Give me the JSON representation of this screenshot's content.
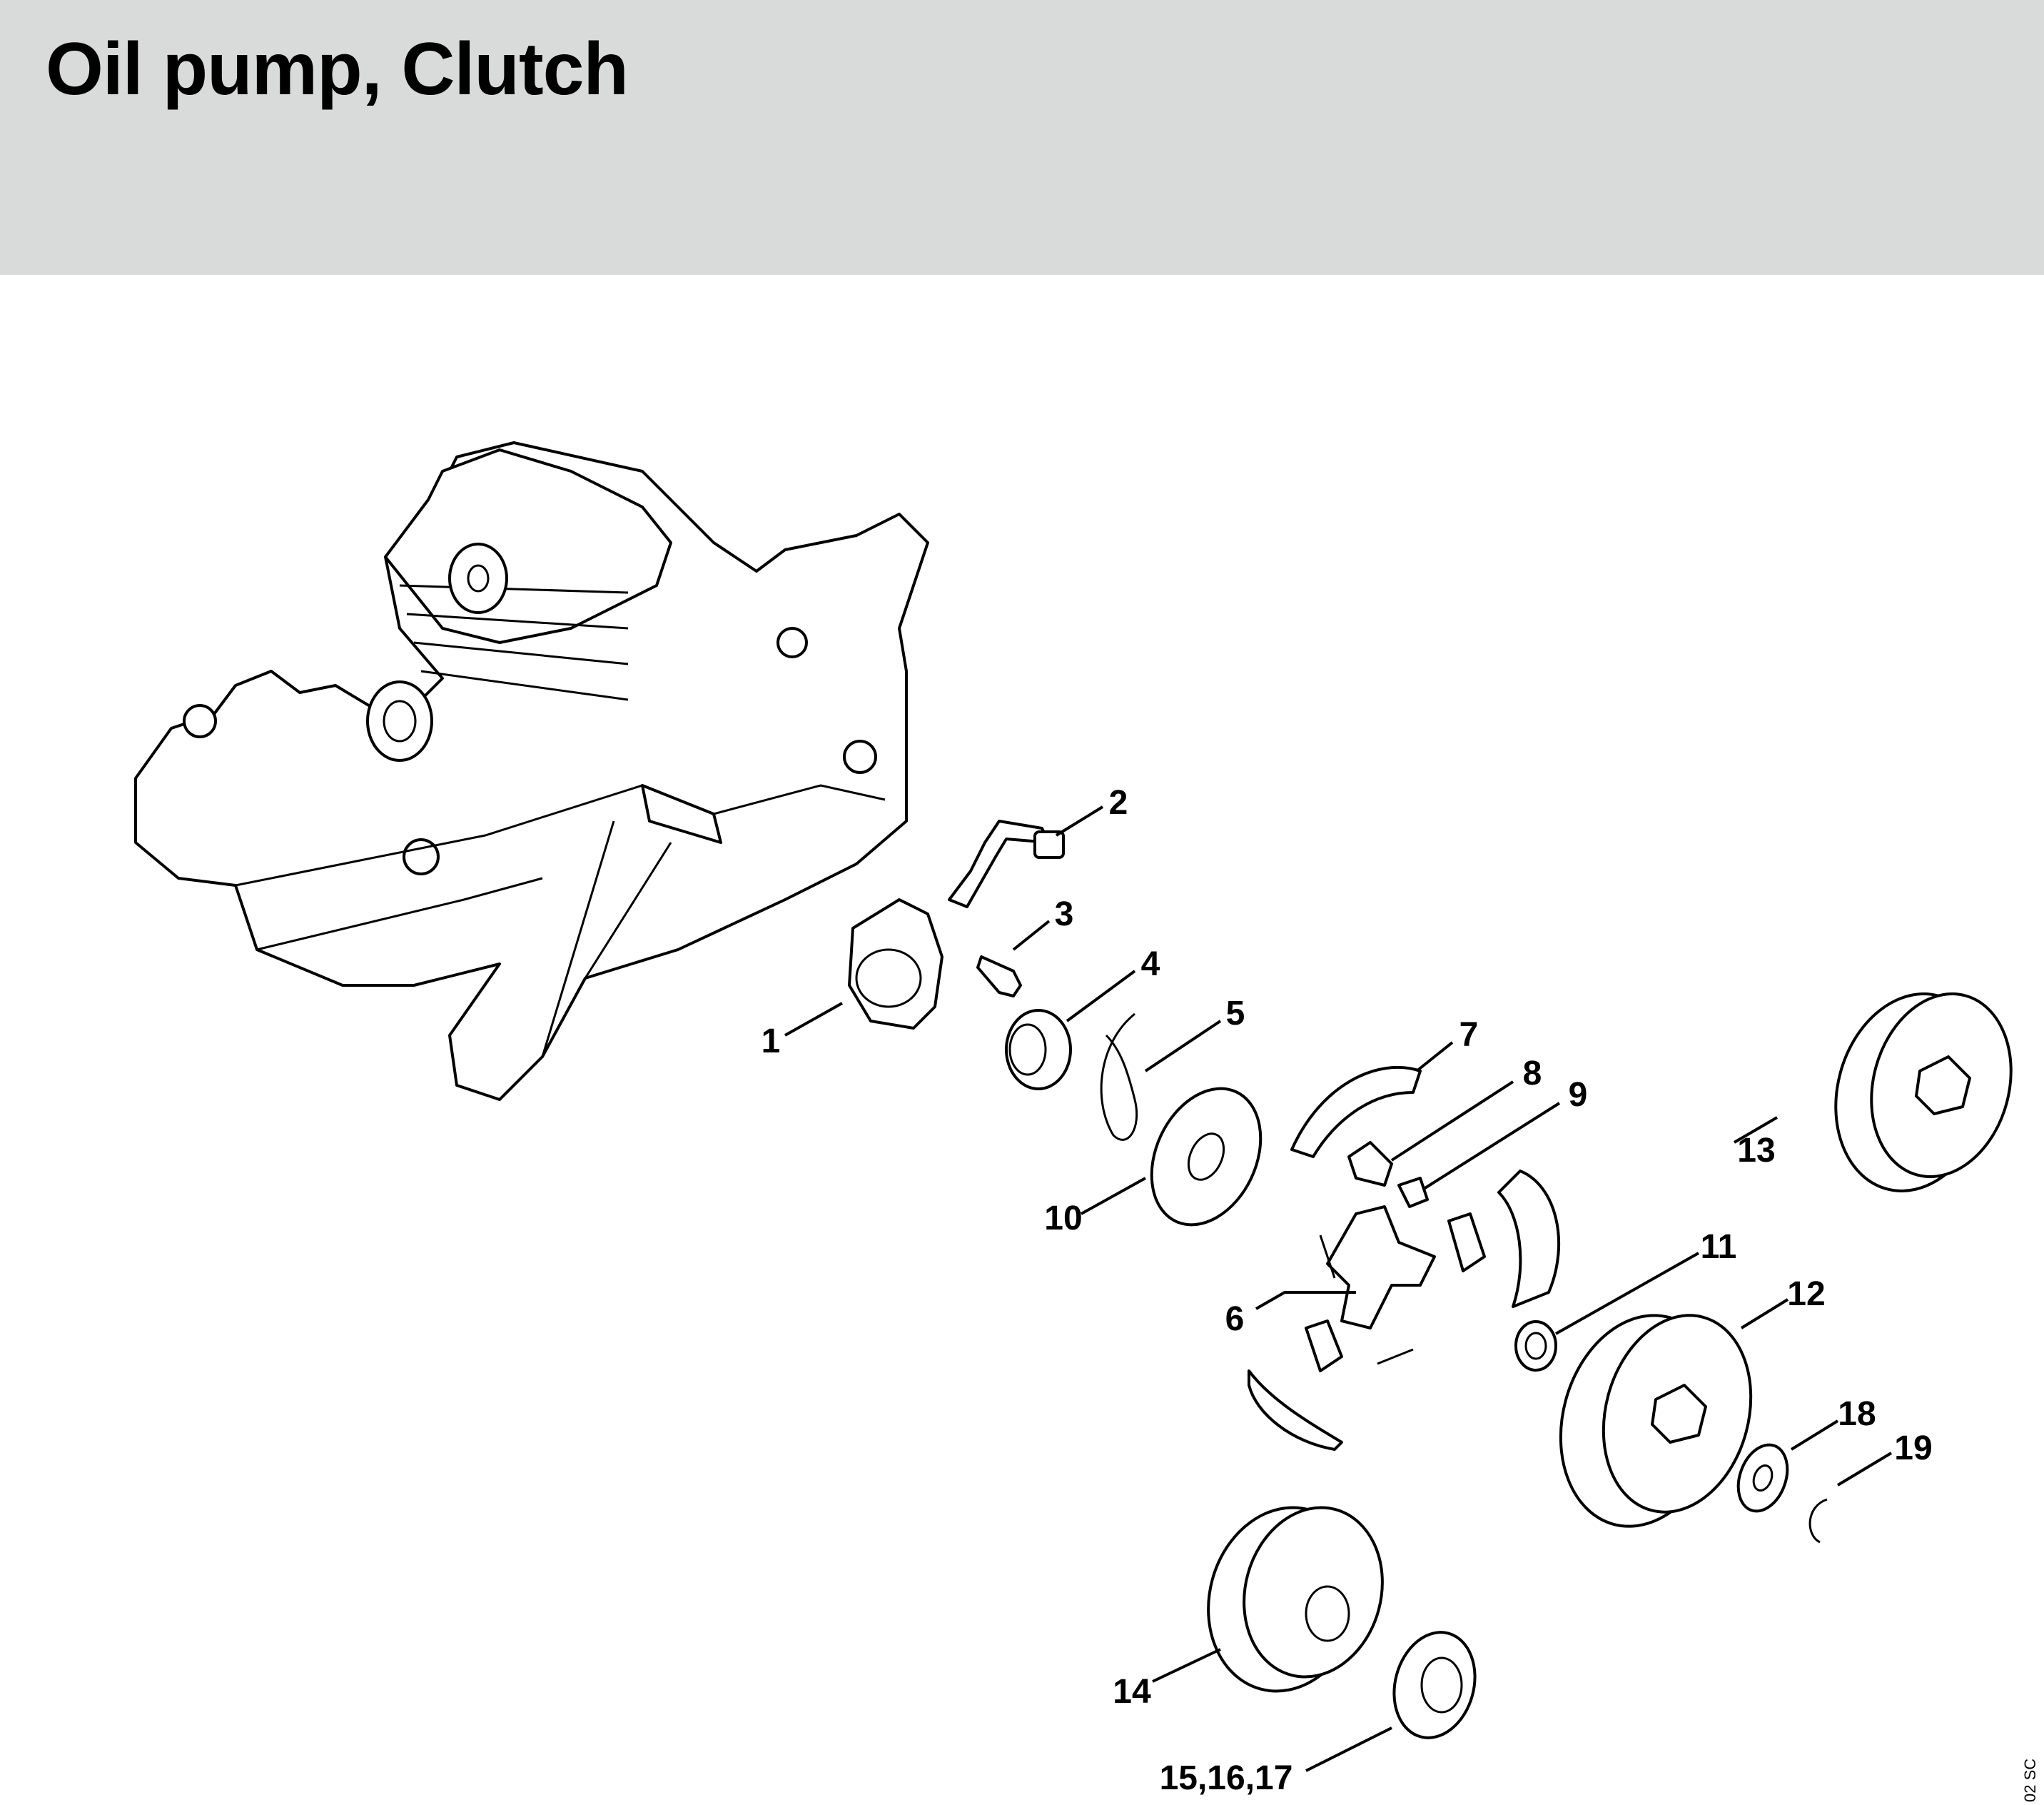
{
  "header": {
    "title": "Oil pump, Clutch"
  },
  "diagram_code": "02 SC",
  "callouts": [
    {
      "id": "1",
      "label": "1"
    },
    {
      "id": "2",
      "label": "2"
    },
    {
      "id": "3",
      "label": "3"
    },
    {
      "id": "4",
      "label": "4"
    },
    {
      "id": "5",
      "label": "5"
    },
    {
      "id": "6",
      "label": "6"
    },
    {
      "id": "7",
      "label": "7"
    },
    {
      "id": "8",
      "label": "8"
    },
    {
      "id": "9",
      "label": "9"
    },
    {
      "id": "10",
      "label": "10"
    },
    {
      "id": "11",
      "label": "11"
    },
    {
      "id": "12",
      "label": "12"
    },
    {
      "id": "13",
      "label": "13"
    },
    {
      "id": "14",
      "label": "14"
    },
    {
      "id": "15-17",
      "label": "15,16,17"
    },
    {
      "id": "18",
      "label": "18"
    },
    {
      "id": "19",
      "label": "19"
    }
  ],
  "colors": {
    "header_bg": "#d9dbda",
    "ink": "#000000"
  }
}
